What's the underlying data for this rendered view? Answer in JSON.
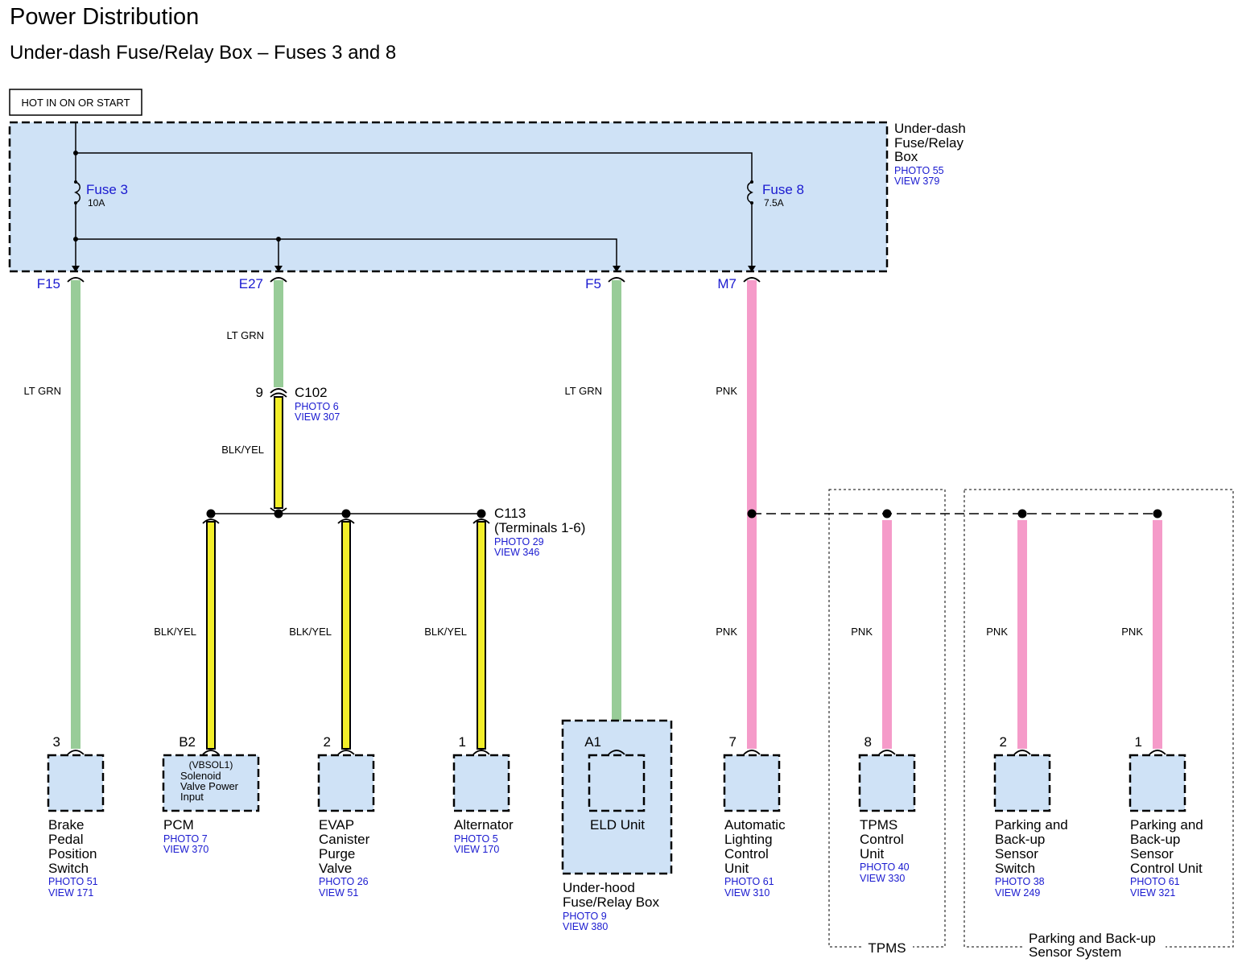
{
  "title": "Power Distribution",
  "subtitle": "Under-dash Fuse/Relay Box – Fuses 3 and 8",
  "hot_label": "HOT IN ON OR START",
  "colors": {
    "box_fill": "#cfe2f6",
    "lt_grn": "#98cc98",
    "blk_yel": "#f2ee2a",
    "pnk": "#f59bc9",
    "link_blue": "#1a1ad0"
  },
  "fuse_box": {
    "name": [
      "Under-dash",
      "Fuse/Relay",
      "Box"
    ],
    "photo": "PHOTO 55",
    "view": "VIEW 379"
  },
  "fuses": [
    {
      "name": "Fuse 3",
      "rating": "10A"
    },
    {
      "name": "Fuse 8",
      "rating": "7.5A"
    }
  ],
  "terminals": {
    "f15": "F15",
    "e27": "E27",
    "f5": "F5",
    "m7": "M7"
  },
  "wire_colors": {
    "lt_grn": "LT GRN",
    "blk_yel": "BLK/YEL",
    "pnk": "PNK"
  },
  "c102": {
    "pin": "9",
    "name": "C102",
    "photo": "PHOTO 6",
    "view": "VIEW 307"
  },
  "c113": {
    "name": "C113",
    "terminals": "(Terminals 1-6)",
    "photo": "PHOTO 29",
    "view": "VIEW 346"
  },
  "components": {
    "brake": {
      "pin": "3",
      "name": [
        "Brake",
        "Pedal",
        "Position",
        "Switch"
      ],
      "photo": "PHOTO 51",
      "view": "VIEW 171"
    },
    "pcm": {
      "pin": "B2",
      "inner": [
        "(VBSOL1)",
        "Solenoid",
        "Valve Power",
        "Input"
      ],
      "name": [
        "PCM"
      ],
      "photo": "PHOTO 7",
      "view": "VIEW 370"
    },
    "evap": {
      "pin": "2",
      "name": [
        "EVAP",
        "Canister",
        "Purge",
        "Valve"
      ],
      "photo": "PHOTO 26",
      "view": "VIEW 51"
    },
    "alternator": {
      "pin": "1",
      "name": [
        "Alternator"
      ],
      "photo": "PHOTO 5",
      "view": "VIEW 170"
    },
    "eld": {
      "pin": "A1",
      "name": [
        "ELD Unit"
      ]
    },
    "underhood": {
      "name": [
        "Under-hood",
        "Fuse/Relay Box"
      ],
      "photo": "PHOTO 9",
      "view": "VIEW 380"
    },
    "alcu": {
      "pin": "7",
      "name": [
        "Automatic",
        "Lighting",
        "Control",
        "Unit"
      ],
      "photo": "PHOTO 61",
      "view": "VIEW 310"
    },
    "tpms": {
      "pin": "8",
      "name": [
        "TPMS",
        "Control",
        "Unit"
      ],
      "photo": "PHOTO 40",
      "view": "VIEW 330"
    },
    "pbs_switch": {
      "pin": "2",
      "name": [
        "Parking and",
        "Back-up",
        "Sensor",
        "Switch"
      ],
      "photo": "PHOTO 38",
      "view": "VIEW 249"
    },
    "pbs_unit": {
      "pin": "1",
      "name": [
        "Parking and",
        "Back-up",
        "Sensor",
        "Control Unit"
      ],
      "photo": "PHOTO 61",
      "view": "VIEW 321"
    }
  },
  "groups": {
    "tpms": "TPMS",
    "parking": [
      "Parking and Back-up",
      "Sensor System"
    ]
  }
}
